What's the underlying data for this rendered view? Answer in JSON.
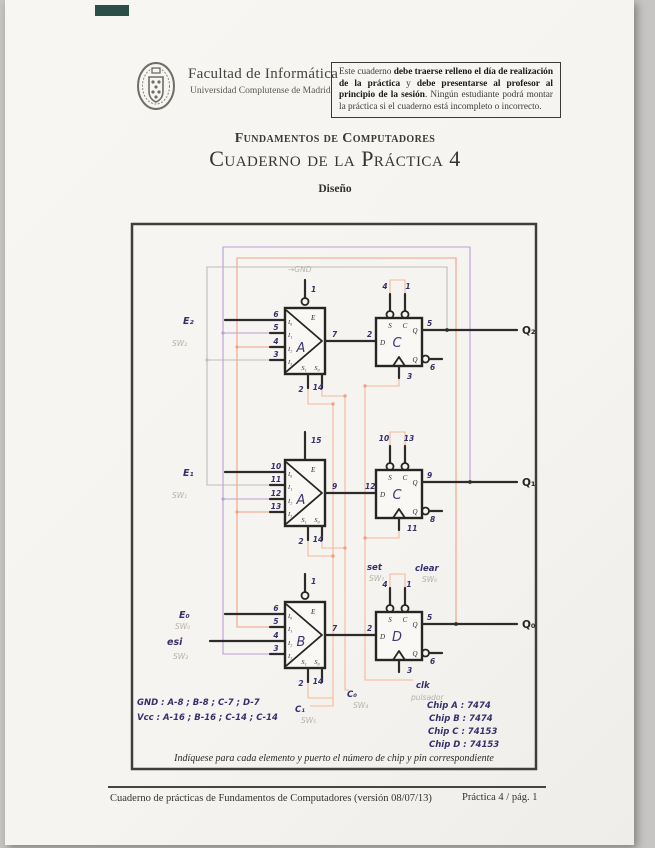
{
  "header": {
    "faculty": "Facultad de Informática",
    "university": "Universidad Complutense de Madrid",
    "notice": {
      "p1": "Este cuaderno ",
      "b1": "debe traerse relleno el día de realización de la práctica",
      "p2": " y ",
      "b2": "debe presentarse al profesor al principio de la sesión",
      "p3": ". Ningún estudiante podrá montar la práctica si el cuaderno está incompleto o incorrecto."
    }
  },
  "title": {
    "course": "Fundamentos de Computadores",
    "main": "Cuaderno de la Práctica 4",
    "section": "Diseño"
  },
  "diagram": {
    "caption": "Indíquese para cada elemento y puerto el número de chip y pin correspondiente",
    "gnd_top_note": "→GND",
    "colors": {
      "wire_orange": "#f2a282",
      "wire_purple": "#b9a0d6",
      "wire_grey": "#bdbdba",
      "ink_blue": "#35306b",
      "pencil_grey": "#b7b2a6"
    },
    "rows": [
      {
        "input_label": "E₂",
        "input_sw": "SW₂",
        "out_label": "Q₂",
        "d_pin": "2",
        "mux": {
          "letter": "A",
          "e_label": "E",
          "e_pin": "1",
          "i_labels": [
            "I₀",
            "I₁",
            "I₂",
            "I₃"
          ],
          "i_pins": [
            "6",
            "5",
            "4",
            "3"
          ],
          "s_labels": [
            "S₁",
            "S₀"
          ],
          "s_pins": [
            "2",
            "14"
          ],
          "out_pin": "7"
        },
        "ff": {
          "letter": "C",
          "s_label": "S",
          "c_label": "C",
          "d_label": "D",
          "q_label": "Q",
          "qn_label": "Q",
          "s_pin": "4",
          "c_pin": "1",
          "q_pin": "5",
          "qn_pin": "6",
          "clk_pin": "3"
        }
      },
      {
        "input_label": "E₁",
        "input_sw": "SW₁",
        "out_label": "Q₁",
        "d_pin": "12",
        "mux": {
          "letter": "A",
          "e_label": "E",
          "e_pin": "15",
          "i_labels": [
            "I₀",
            "I₁",
            "I₂",
            "I₃"
          ],
          "i_pins": [
            "10",
            "11",
            "12",
            "13"
          ],
          "s_labels": [
            "S₁",
            "S₀"
          ],
          "s_pins": [
            "2",
            "14"
          ],
          "out_pin": "9"
        },
        "ff": {
          "letter": "C",
          "s_label": "S",
          "c_label": "C",
          "d_label": "D",
          "q_label": "Q",
          "qn_label": "Q",
          "s_pin": "10",
          "c_pin": "13",
          "q_pin": "9",
          "qn_pin": "8",
          "clk_pin": "11"
        }
      },
      {
        "input_label": "E₀",
        "input_sw": "SW₀",
        "input2_label": "esi",
        "input2_sw": "SW₃",
        "out_label": "Q₀",
        "d_pin": "2",
        "mux": {
          "letter": "B",
          "e_label": "E",
          "e_pin": "1",
          "i_labels": [
            "I₀",
            "I₁",
            "I₂",
            "I₃"
          ],
          "i_pins": [
            "6",
            "5",
            "4",
            "3"
          ],
          "s_labels": [
            "S₁",
            "S₀"
          ],
          "s_pins": [
            "2",
            "14"
          ],
          "out_pin": "7"
        },
        "ff": {
          "letter": "D",
          "s_label": "S",
          "c_label": "C",
          "d_label": "D",
          "q_label": "Q",
          "qn_label": "Q",
          "s_pin": "4",
          "c_pin": "1",
          "q_pin": "5",
          "qn_pin": "6",
          "clk_pin": "3"
        }
      }
    ],
    "notes": {
      "set_label": "set",
      "set_sw": "SW₇",
      "clear_label": "clear",
      "clear_sw": "SW₆",
      "clk_label": "clk",
      "clk_sw": "pulsador",
      "c1_label": "C₁",
      "c1_sw": "SW₅",
      "c0_label": "C₀",
      "c0_sw": "SW₄",
      "gnd": "GND : A-8 ; B-8 ; C-7 ; D-7",
      "vcc": "Vcc : A-16 ; B-16 ; C-14 ; C-14",
      "chips": [
        "Chip A : 7474",
        "Chip B : 7474",
        "Chip C : 74153",
        "Chip D : 74153"
      ]
    }
  },
  "footer": {
    "left": "Cuaderno de prácticas de Fundamentos de Computadores (versión 08/07/13)",
    "right": "Práctica 4 / pág. 1"
  }
}
